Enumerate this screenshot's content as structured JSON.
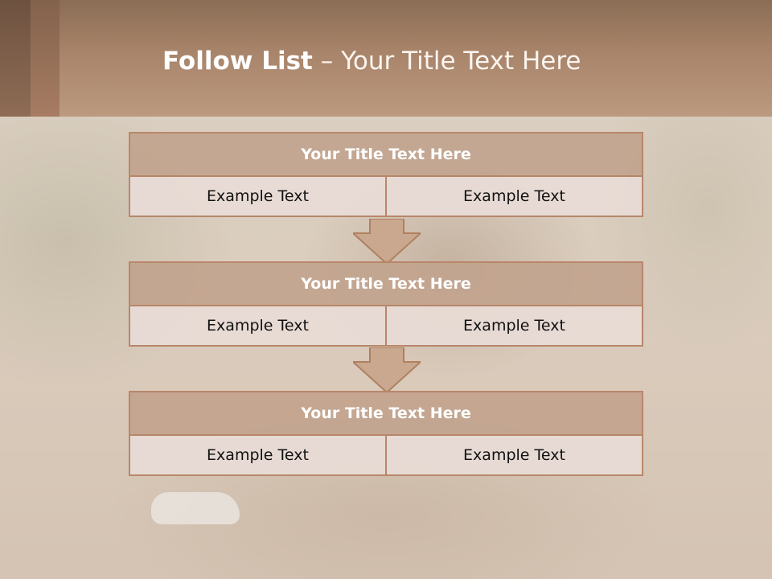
{
  "slide": {
    "title_bold": "Follow List",
    "title_separator": " – ",
    "title_rest": "Your Title Text Here"
  },
  "blocks": [
    {
      "title": "Your Title Text Here",
      "cells": [
        "Example Text",
        "Example Text"
      ]
    },
    {
      "title": "Your Title Text Here",
      "cells": [
        "Example Text",
        "Example Text"
      ]
    },
    {
      "title": "Your Title Text Here",
      "cells": [
        "Example Text",
        "Example Text"
      ]
    }
  ],
  "colors": {
    "header": "#a8846a",
    "block_title_fill": "#c2a48e",
    "cell_fill": "#e8dcd6",
    "border": "#b8866a",
    "arrow_fill": "#c9a88f"
  }
}
